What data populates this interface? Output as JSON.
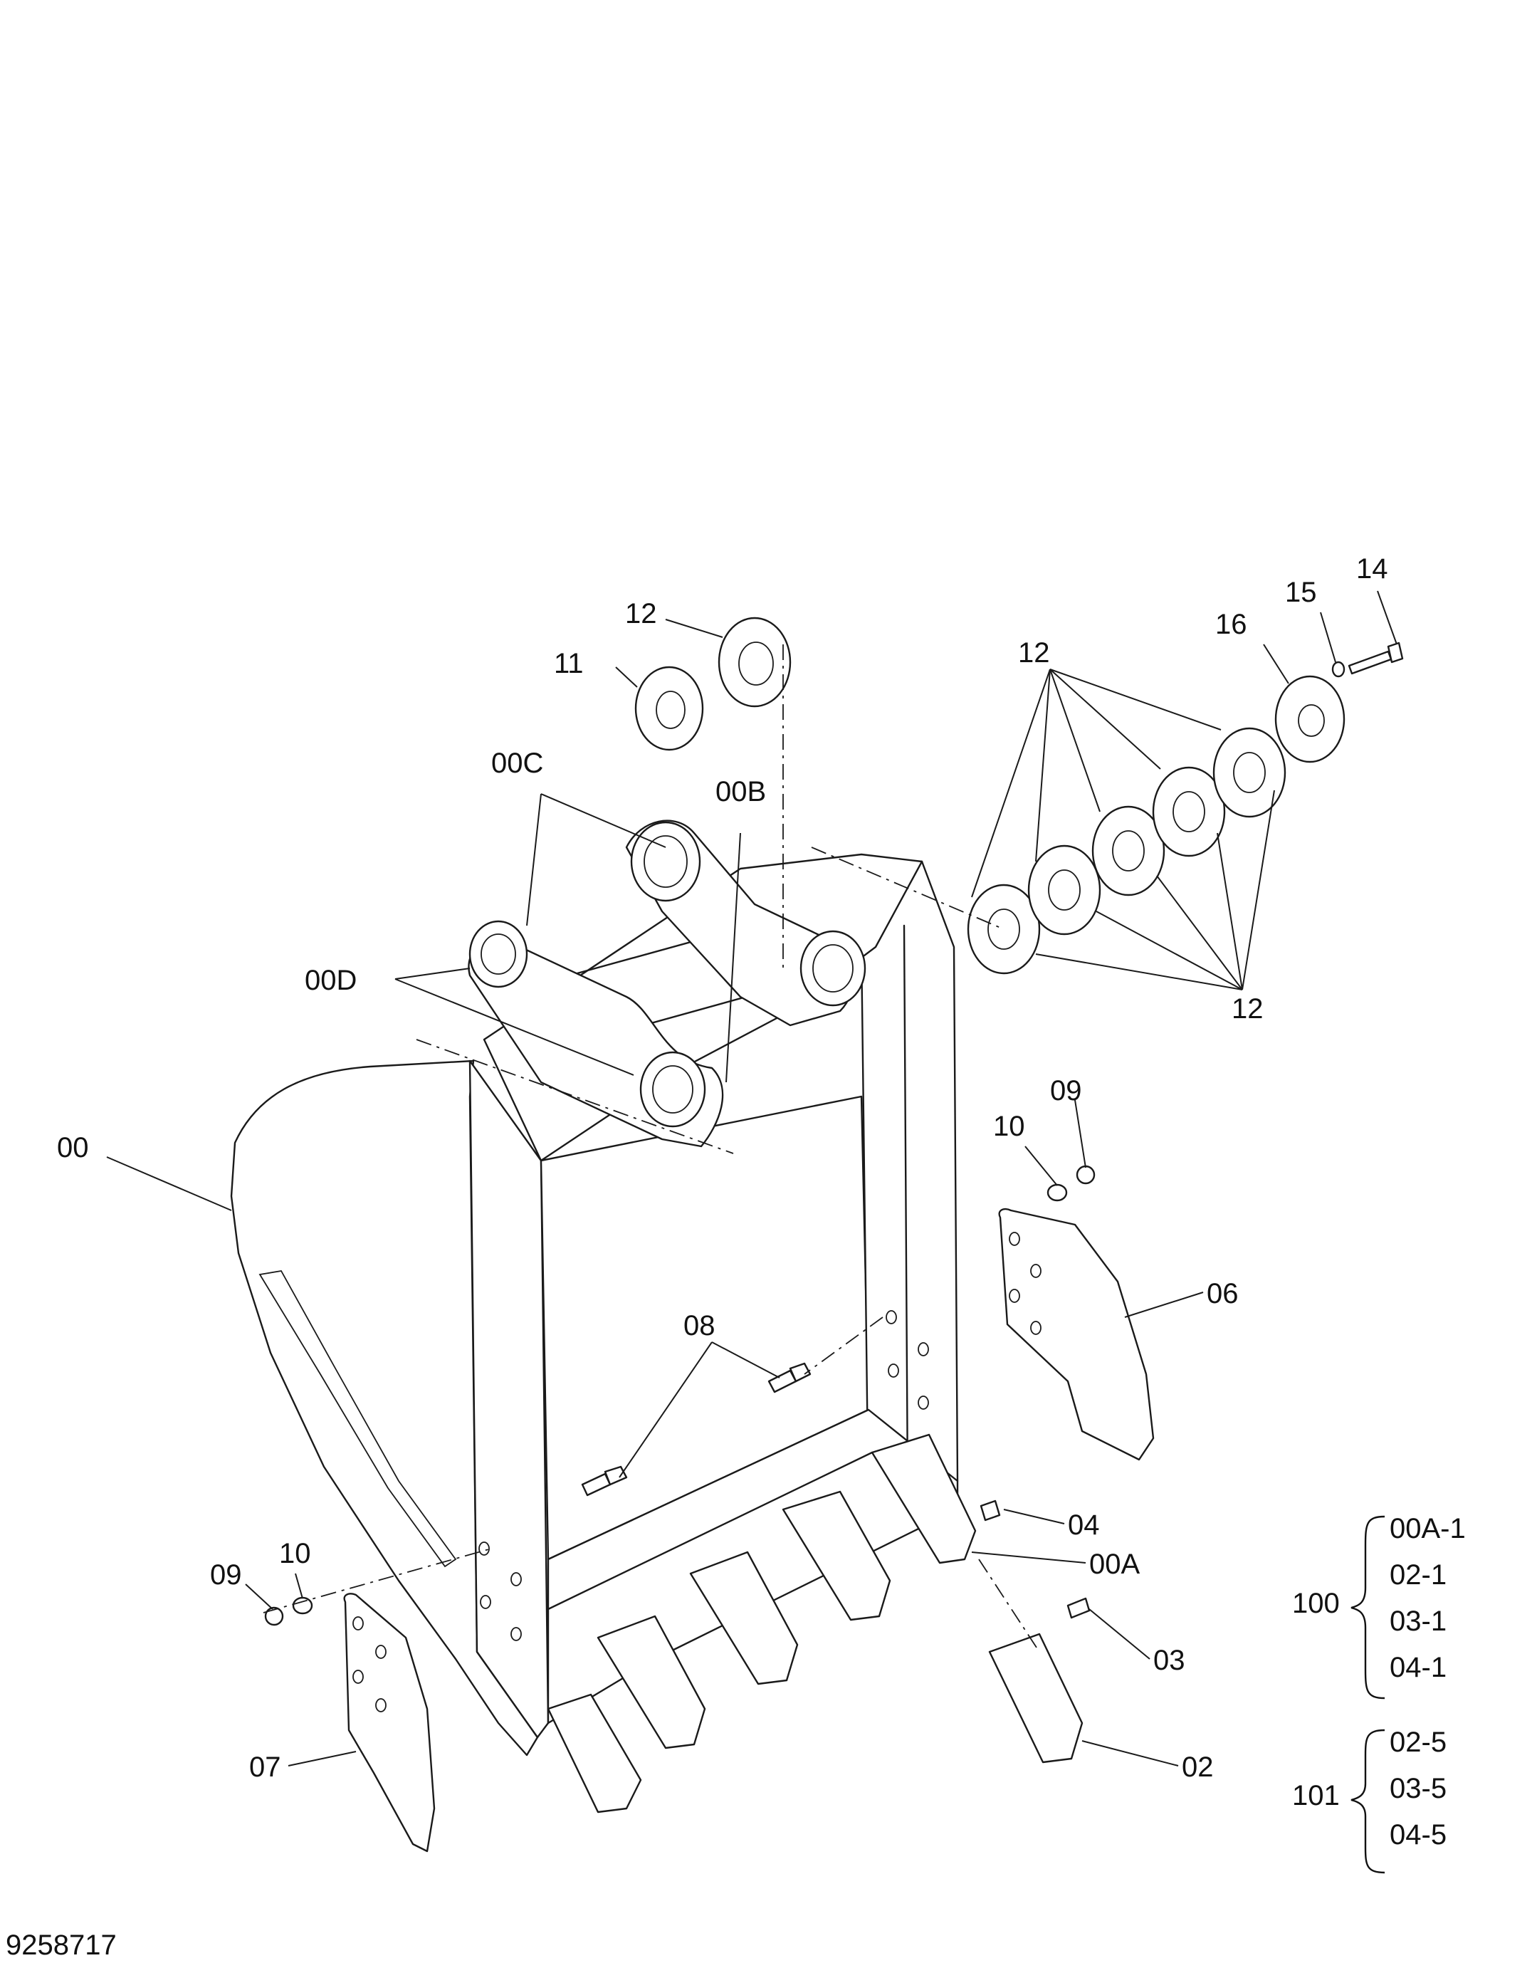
{
  "labels": {
    "l00": "00",
    "l00A": "00A",
    "l00B": "00B",
    "l00C": "00C",
    "l00D": "00D",
    "l02": "02",
    "l03": "03",
    "l04": "04",
    "l06": "06",
    "l07": "07",
    "l08": "08",
    "l09a": "09",
    "l09b": "09",
    "l10a": "10",
    "l10b": "10",
    "l11": "11",
    "l12a": "12",
    "l12b": "12",
    "l12c": "12",
    "l14": "14",
    "l15": "15",
    "l16": "16"
  },
  "kits": {
    "k100": {
      "number": "100",
      "items": [
        "00A-1",
        "02-1",
        "03-1",
        "04-1"
      ]
    },
    "k101": {
      "number": "101",
      "items": [
        "02-5",
        "03-5",
        "04-5"
      ]
    }
  },
  "drawing_number": "9258717"
}
